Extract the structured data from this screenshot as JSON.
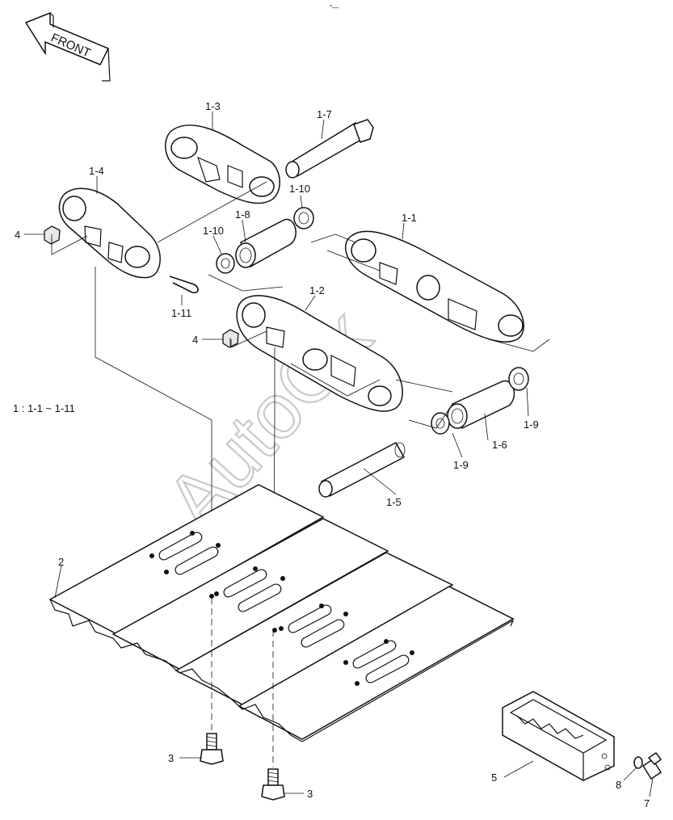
{
  "front_label": "FRONT",
  "range_note": "1 : 1-1 ~ 1-11",
  "watermark": "AutoOk",
  "top_mark": "°—",
  "callouts": {
    "c1_1": "1-1",
    "c1_2": "1-2",
    "c1_3": "1-3",
    "c1_4": "1-4",
    "c1_5": "1-5",
    "c1_6": "1-6",
    "c1_7": "1-7",
    "c1_8": "1-8",
    "c1_9a": "1-9",
    "c1_9b": "1-9",
    "c1_10a": "1-10",
    "c1_10b": "1-10",
    "c1_11": "1-11",
    "c2": "2",
    "c3a": "3",
    "c3b": "3",
    "c4a": "4",
    "c4b": "4",
    "c5": "5",
    "c7": "7",
    "c8": "8"
  }
}
